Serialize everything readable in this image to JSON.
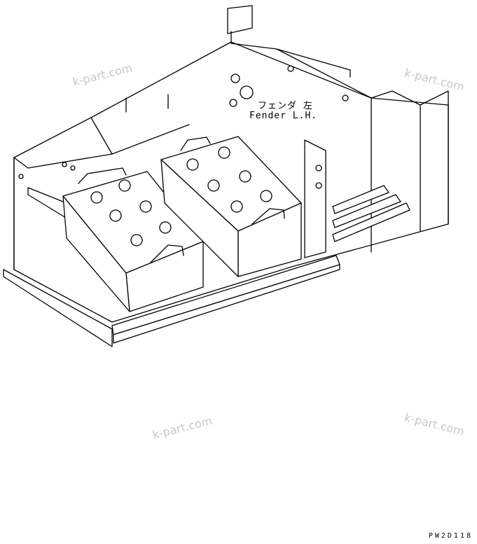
{
  "labels": {
    "part_jp": "フェンダ 左",
    "part_en": "Fender L.H."
  },
  "watermarks": [
    "k-part.com",
    "k-part.com",
    "k-part.com",
    "k-part.com"
  ],
  "drawing_code": "PW2D118"
}
